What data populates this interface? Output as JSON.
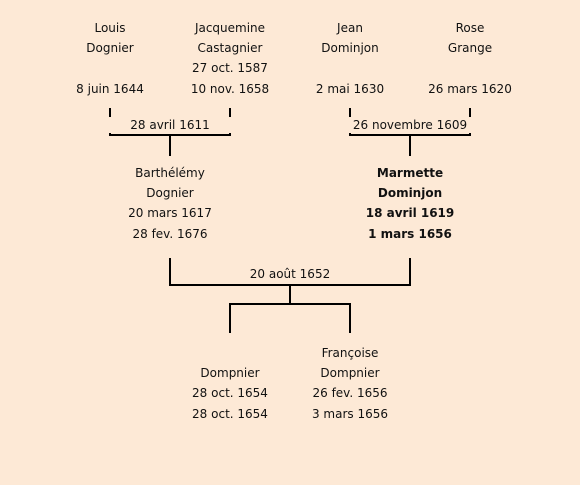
{
  "grandparents": [
    {
      "first": "Louis",
      "last": "Dognier",
      "birth": "",
      "death": "8 juin 1644"
    },
    {
      "first": "Jacquemine",
      "last": "Castagnier",
      "birth": "27 oct. 1587",
      "death": "10 nov. 1658"
    },
    {
      "first": "Jean",
      "last": "Dominjon",
      "birth": "",
      "death": "2 mai 1630"
    },
    {
      "first": "Rose",
      "last": "Grange",
      "birth": "",
      "death": "26 mars 1620"
    }
  ],
  "parents": [
    {
      "first": "Barthélémy",
      "last": "Dognier",
      "birth": "20 mars 1617",
      "death": "28 fev. 1676"
    },
    {
      "first": "Marmette",
      "last": "Dominjon",
      "birth": "18 avril 1619",
      "death": "1 mars 1656"
    }
  ],
  "children": [
    {
      "first": "",
      "last": "Dompnier",
      "birth": "28 oct. 1654",
      "death": "28 oct. 1654"
    },
    {
      "first": "Françoise",
      "last": "Dompnier",
      "birth": "26 fev. 1656",
      "death": "3 mars 1656"
    }
  ],
  "marriages": {
    "paternal": "28 avril 1611",
    "maternal": "26 novembre 1609",
    "parents": "20 août 1652"
  }
}
